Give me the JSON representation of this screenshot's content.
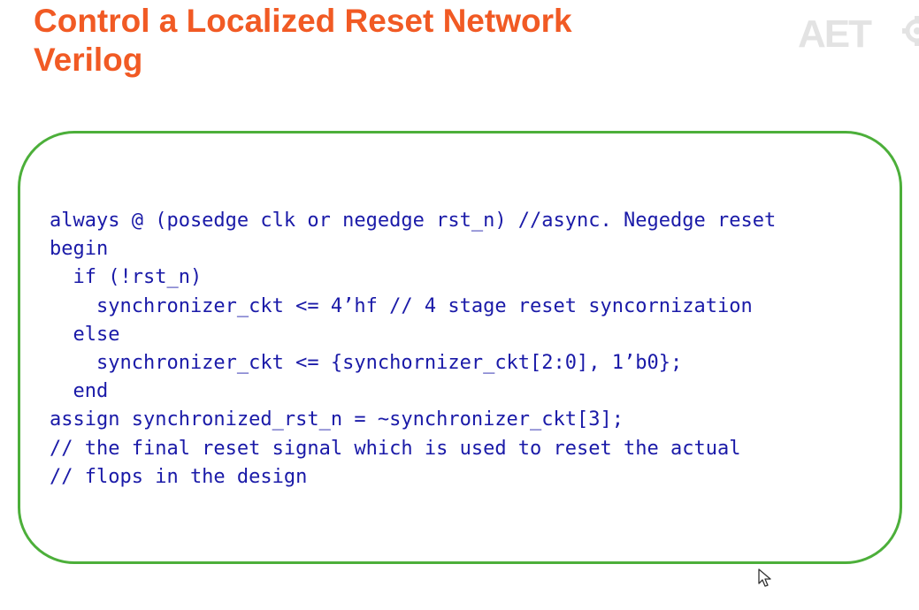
{
  "slide": {
    "title_line1": "Control a Localized Reset Network",
    "title_line2": "Verilog",
    "logo_text": "AET"
  },
  "code": {
    "lines": [
      "always @ (posedge clk or negedge rst_n) //async. Negedge reset",
      "begin",
      "  if (!rst_n)",
      "    synchronizer_ckt <= 4’hf // 4 stage reset syncornization",
      "  else",
      "    synchronizer_ckt <= {synchornizer_ckt[2:0], 1’b0};",
      "  end",
      "assign synchronized_rst_n = ~synchronizer_ckt[3];",
      "// the final reset signal which is used to reset the actual",
      "// flops in the design"
    ]
  },
  "colors": {
    "title": "#f15a24",
    "code_text": "#1a1aa8",
    "box_border": "#4caf3a",
    "logo": "#e3e3e3"
  },
  "icons": {
    "logo_mark": "gear-icon",
    "pointer": "mouse-cursor-icon"
  }
}
